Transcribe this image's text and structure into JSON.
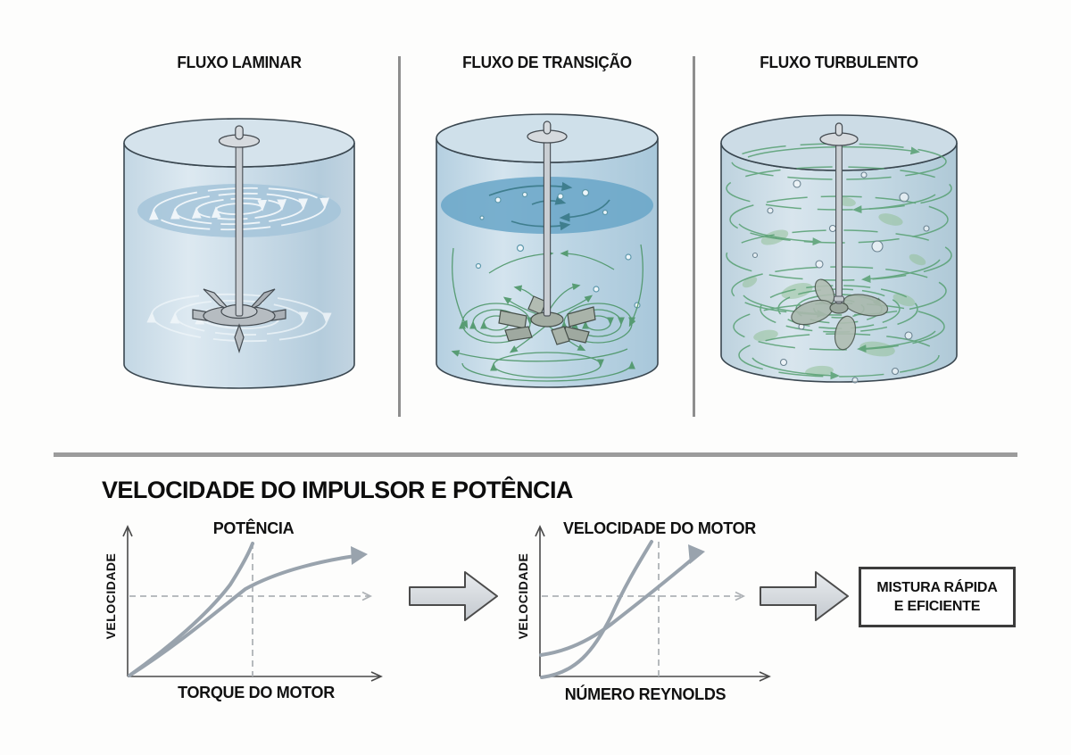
{
  "panels": {
    "laminar": {
      "title": "FLUXO LAMINAR"
    },
    "transition": {
      "title": "FLUXO DE TRANSIÇÃO"
    },
    "turbulent": {
      "title": "FLUXO TURBULENTO"
    }
  },
  "section": {
    "title": "VELOCIDADE DO IMPULSOR E POTÊNCIA",
    "graph1": {
      "title": "POTÊNCIA",
      "ylabel": "VELOCIDADE",
      "xlabel": "TORQUE DO MOTOR"
    },
    "graph2": {
      "title": "VELOCIDADE DO MOTOR",
      "ylabel": "VELOCIDADE",
      "xlabel": "NÚMERO REYNOLDS"
    },
    "result_box": {
      "line1": "MISTURA RÁPIDA",
      "line2": "E EFICIENTE"
    }
  },
  "colors": {
    "flow_green": "#4d9668",
    "flow_teal": "#3f7e8e",
    "flow_white": "#f3f8fb",
    "tank_blue": "#bcd3e2",
    "surface_blue": "#69a6c8",
    "curve_gray": "#99a3ad",
    "big_arrow_fill": "#d9dde2",
    "text_black": "#111111"
  }
}
